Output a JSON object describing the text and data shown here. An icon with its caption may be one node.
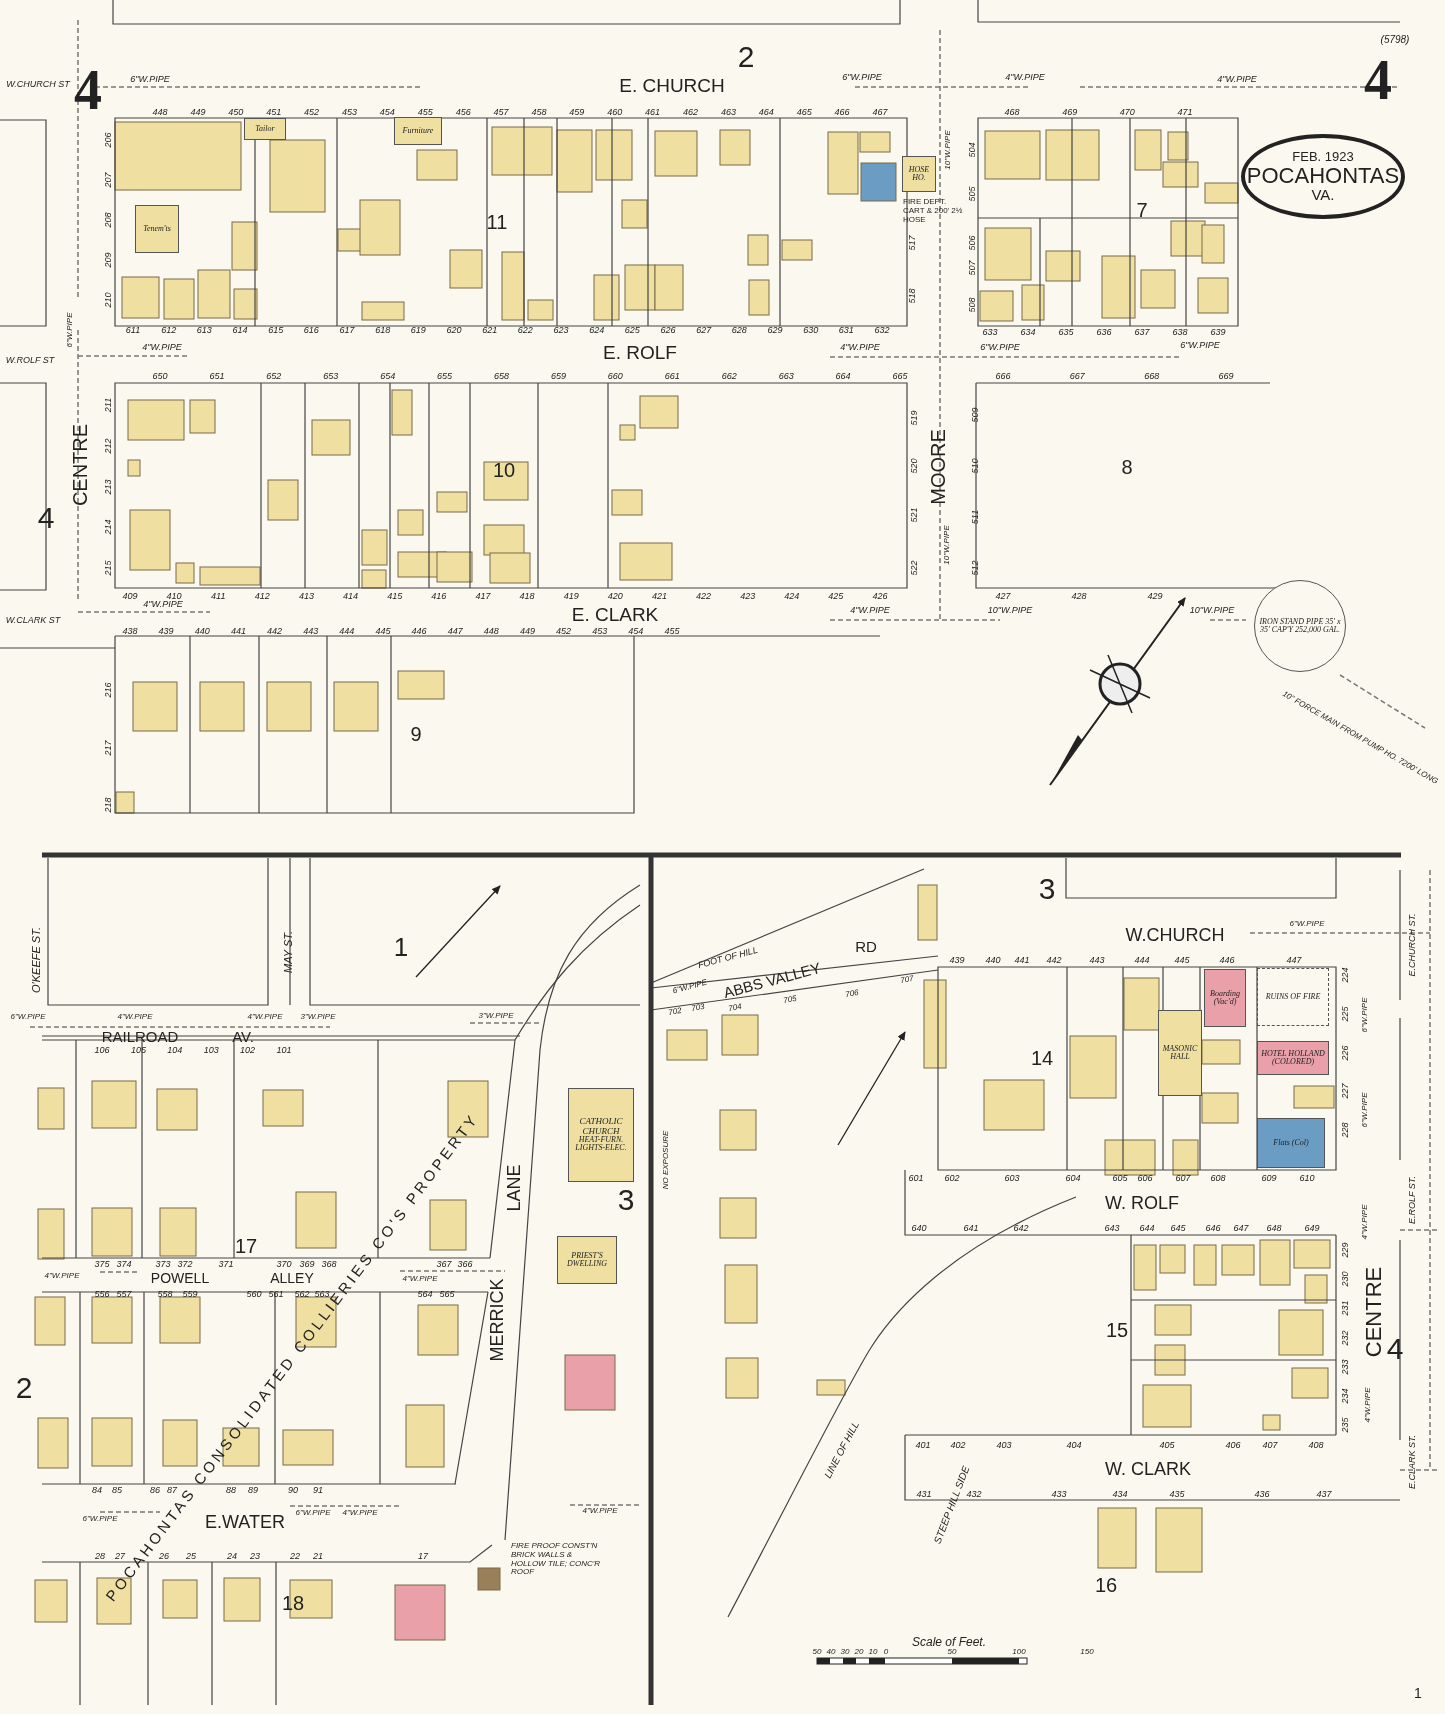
{
  "diagram": {
    "nodes": [
      {
        "text": [
          "FEB. 1923",
          "POCAHONTAS",
          "VA."
        ]
      },
      {
        "text": [
          "Tailor"
        ]
      },
      {
        "text": [
          "Furniture"
        ]
      },
      {
        "text": [
          "Tenem'ts"
        ]
      },
      {
        "text": [
          "HOSE HO."
        ],
        "beside": [
          "FIRE DEPT. CART & 200' 2½ HOSE"
        ]
      },
      {
        "text": [
          "CATHOLIC CHURCH",
          "HEAT-FURN. LIGHTS-ELEC."
        ]
      },
      {
        "text": [
          "PRIEST'S DWELLING"
        ]
      },
      {
        "text": [
          "MASONIC HALL"
        ]
      },
      {
        "text": [
          "Boarding (Vac'd)"
        ]
      },
      {
        "text": [
          "RUINS OF FIRE"
        ]
      },
      {
        "text": [
          "HOTEL HOLLAND (COLORED)"
        ]
      },
      {
        "text": [
          "Flats (Col)"
        ]
      },
      {
        "text": [
          "IRON STAND PIPE 35' x 35' CAP'Y 252,000 GAL."
        ]
      }
    ],
    "edges": [],
    "labels": [
      "W.CHURCH ST",
      "6\"W.PIPE",
      "4",
      "E. CHURCH",
      "2",
      "6\"W.PIPE",
      "4\"W.PIPE",
      "4\"W.PIPE",
      "(5798)",
      "4",
      "448",
      "449",
      "450",
      "451",
      "452",
      "453",
      "454",
      "455",
      "456",
      "457",
      "458",
      "459",
      "460",
      "461",
      "462",
      "463",
      "464",
      "465",
      "466",
      "467",
      "468",
      "469",
      "470",
      "471",
      "206",
      "207",
      "208",
      "209",
      "210",
      "11",
      "7",
      "504",
      "505",
      "506",
      "507",
      "508",
      "517",
      "518",
      "10\"W.PIPE",
      "611",
      "612",
      "613",
      "614",
      "615",
      "616",
      "617",
      "618",
      "619",
      "620",
      "621",
      "622",
      "623",
      "624",
      "625",
      "626",
      "627",
      "628",
      "629",
      "630",
      "631",
      "632",
      "633",
      "634",
      "635",
      "636",
      "637",
      "638",
      "639",
      "W.ROLF ST",
      "6\"W.PIPE",
      "4\"W.PIPE",
      "E. ROLF",
      "4\"W.PIPE",
      "6\"W.PIPE",
      "6\"W.PIPE",
      "650",
      "651",
      "652",
      "653",
      "654",
      "655",
      "658",
      "659",
      "660",
      "661",
      "662",
      "663",
      "664",
      "665",
      "666",
      "667",
      "668",
      "669",
      "211",
      "212",
      "213",
      "214",
      "215",
      "CENTRE",
      "4",
      "10",
      "MOORE",
      "519",
      "520",
      "521",
      "522",
      "509",
      "510",
      "511",
      "512",
      "8",
      "409",
      "410",
      "411",
      "412",
      "413",
      "414",
      "415",
      "416",
      "417",
      "418",
      "419",
      "420",
      "421",
      "422",
      "423",
      "424",
      "425",
      "426",
      "427",
      "428",
      "429",
      "W.CLARK ST",
      "4\"W.PIPE",
      "E. CLARK",
      "4\"W.PIPE",
      "10\"W.PIPE",
      "10\"W.PIPE",
      "10\"W.PIPE",
      "10\" FORCE MAIN FROM PUMP HO. 7200' LONG",
      "438",
      "439",
      "440",
      "441",
      "442",
      "443",
      "444",
      "445",
      "446",
      "447",
      "448",
      "449",
      "452",
      "453",
      "454",
      "455",
      "216",
      "217",
      "218",
      "9",
      "O'KEEFE ST.",
      "MAY ST.",
      "1",
      "6\"W.PIPE",
      "RAILROAD",
      "AV.",
      "4\"W.PIPE",
      "4\"W.PIPE",
      "3\"W.PIPE",
      "3\"W.PIPE",
      "106",
      "105",
      "104",
      "103",
      "102",
      "101",
      "NO EXPOSURE",
      "POCAHONTAS CONSOLIDATED COLLIERIES CO'S PROPERTY",
      "3",
      "LANE",
      "17",
      "375",
      "374",
      "373",
      "372",
      "371",
      "370",
      "369",
      "368",
      "367",
      "366",
      "4\"W.PIPE",
      "POWELL",
      "ALLEY",
      "4\"W.PIPE",
      "556",
      "557",
      "558",
      "559",
      "560",
      "561",
      "562",
      "563",
      "564",
      "565",
      "MERRICK",
      "2",
      "84",
      "85",
      "86",
      "87",
      "88",
      "89",
      "90",
      "91",
      "6\"W.PIPE",
      "E.WATER",
      "6\"W.PIPE",
      "4\"W.PIPE",
      "4\"W.PIPE",
      "28",
      "27",
      "26",
      "25",
      "24",
      "23",
      "22",
      "21",
      "17",
      "FIRE PROOF CONST'N BRICK WALLS & HOLLOW TILE; CONC'R ROOF",
      "18",
      "3",
      "W.CHURCH",
      "6\"W.PIPE",
      "E.CHURCH ST.",
      "FOOT OF HILL",
      "6\"W.PIPE",
      "ABBS VALLEY",
      "RD",
      "702",
      "703",
      "704",
      "705",
      "706",
      "707",
      "439",
      "440",
      "441",
      "442",
      "443",
      "444",
      "445",
      "446",
      "447",
      "14",
      "224",
      "225",
      "226",
      "227",
      "228",
      "6\"W.PIPE",
      "6\"W.PIPE",
      "601",
      "602",
      "603",
      "604",
      "605",
      "606",
      "607",
      "608",
      "609",
      "610",
      "W. ROLF",
      "E.ROLF ST.",
      "640",
      "641",
      "642",
      "643",
      "644",
      "645",
      "646",
      "647",
      "648",
      "649",
      "229",
      "230",
      "231",
      "232",
      "233",
      "234",
      "235",
      "15",
      "4\"W.PIPE",
      "4\"W.PIPE",
      "CENTRE",
      "4",
      "401",
      "402",
      "403",
      "404",
      "405",
      "406",
      "407",
      "408",
      "W. CLARK",
      "E.CLARK ST.",
      "431",
      "432",
      "433",
      "434",
      "435",
      "436",
      "437",
      "LINE OF HILL",
      "STEEP HILL SIDE",
      "16",
      "Scale of Feet.",
      "50",
      "40",
      "30",
      "20",
      "10",
      "0",
      "50",
      "100",
      "150",
      "1"
    ]
  }
}
